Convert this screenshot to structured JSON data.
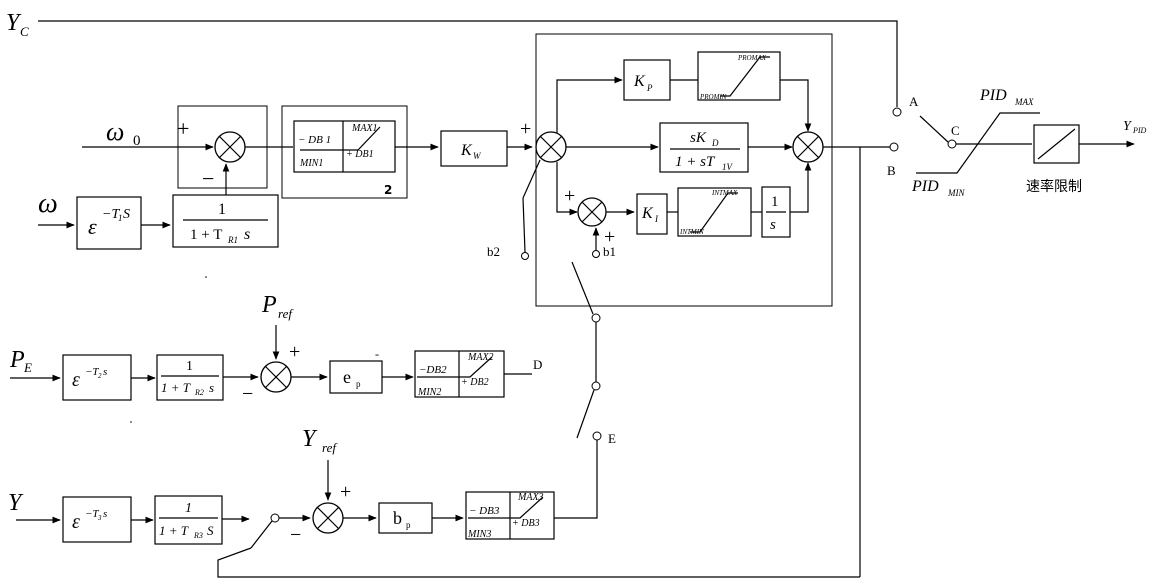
{
  "labels": {
    "yc": "Y",
    "yc_sub": "C",
    "omega0": "ω",
    "omega0_sub": "0",
    "omega": "ω",
    "pe": "P",
    "pe_sub": "E",
    "y": "Y",
    "pref": "P",
    "pref_sub": "ref",
    "yref": "Y",
    "yref_sub": "ref",
    "ypid": "Y",
    "ypid_sub": "PID",
    "pidmax": "PID",
    "pidmax_sub": "MAX",
    "pidmin": "PID",
    "pidmin_sub": "MIN",
    "rate_limit": "速率限制"
  },
  "blocks": {
    "delay1_base": "ε",
    "delay1_exp": "−T",
    "delay1_exp_sub": "1",
    "delay1_exp_s": "S",
    "delay2_base": "ε",
    "delay2_exp": "−T",
    "delay2_exp_sub": "2",
    "delay2_exp_s": "s",
    "delay3_base": "ε",
    "delay3_exp": "−T",
    "delay3_exp_sub": "3",
    "delay3_exp_s": "s",
    "lag1_num": "1",
    "lag1_den": "1 + T",
    "lag1_den_sub": "R1",
    "lag1_den_s": "s",
    "lag2_num": "1",
    "lag2_den": "1 + T",
    "lag2_den_sub": "R2",
    "lag2_den_s": "s",
    "lag3_num": "1",
    "lag3_den": "1 + T",
    "lag3_den_sub": "R3",
    "lag3_den_s": "S",
    "db1_left": "− DB 1",
    "db1_min": "MIN1",
    "db1_max": "MAX1",
    "db1_right": "+ DB1",
    "db1_tag": "2",
    "db2_left": "−DB2",
    "db2_min": "MIN2",
    "db2_max": "MAX2",
    "db2_right": "+ DB2",
    "db3_left": "− DB3",
    "db3_min": "MIN3",
    "db3_max": "MAX3",
    "db3_right": "+ DB3",
    "kw": "K",
    "kw_sub": "W",
    "kp": "K",
    "kp_sub": "P",
    "ki": "K",
    "ki_sub": "I",
    "kd_num": "sK",
    "kd_num_sub": "D",
    "kd_den": "1 + sT",
    "kd_den_sub": "1V",
    "integ_num": "1",
    "integ_den": "s",
    "ep": "e",
    "ep_sub": "p",
    "bp": "b",
    "bp_sub": "p",
    "promax": "PROMAX",
    "promin": "PROMIN",
    "intmax": "INTMAX",
    "intmin": "INTMIN"
  },
  "signs": {
    "plus": "+",
    "minus": "−",
    "small_minus": "-"
  },
  "nodes": {
    "a": "A",
    "b": "B",
    "c": "C",
    "d": "D",
    "e": "E",
    "b1": "b1",
    "b2": "b2"
  }
}
